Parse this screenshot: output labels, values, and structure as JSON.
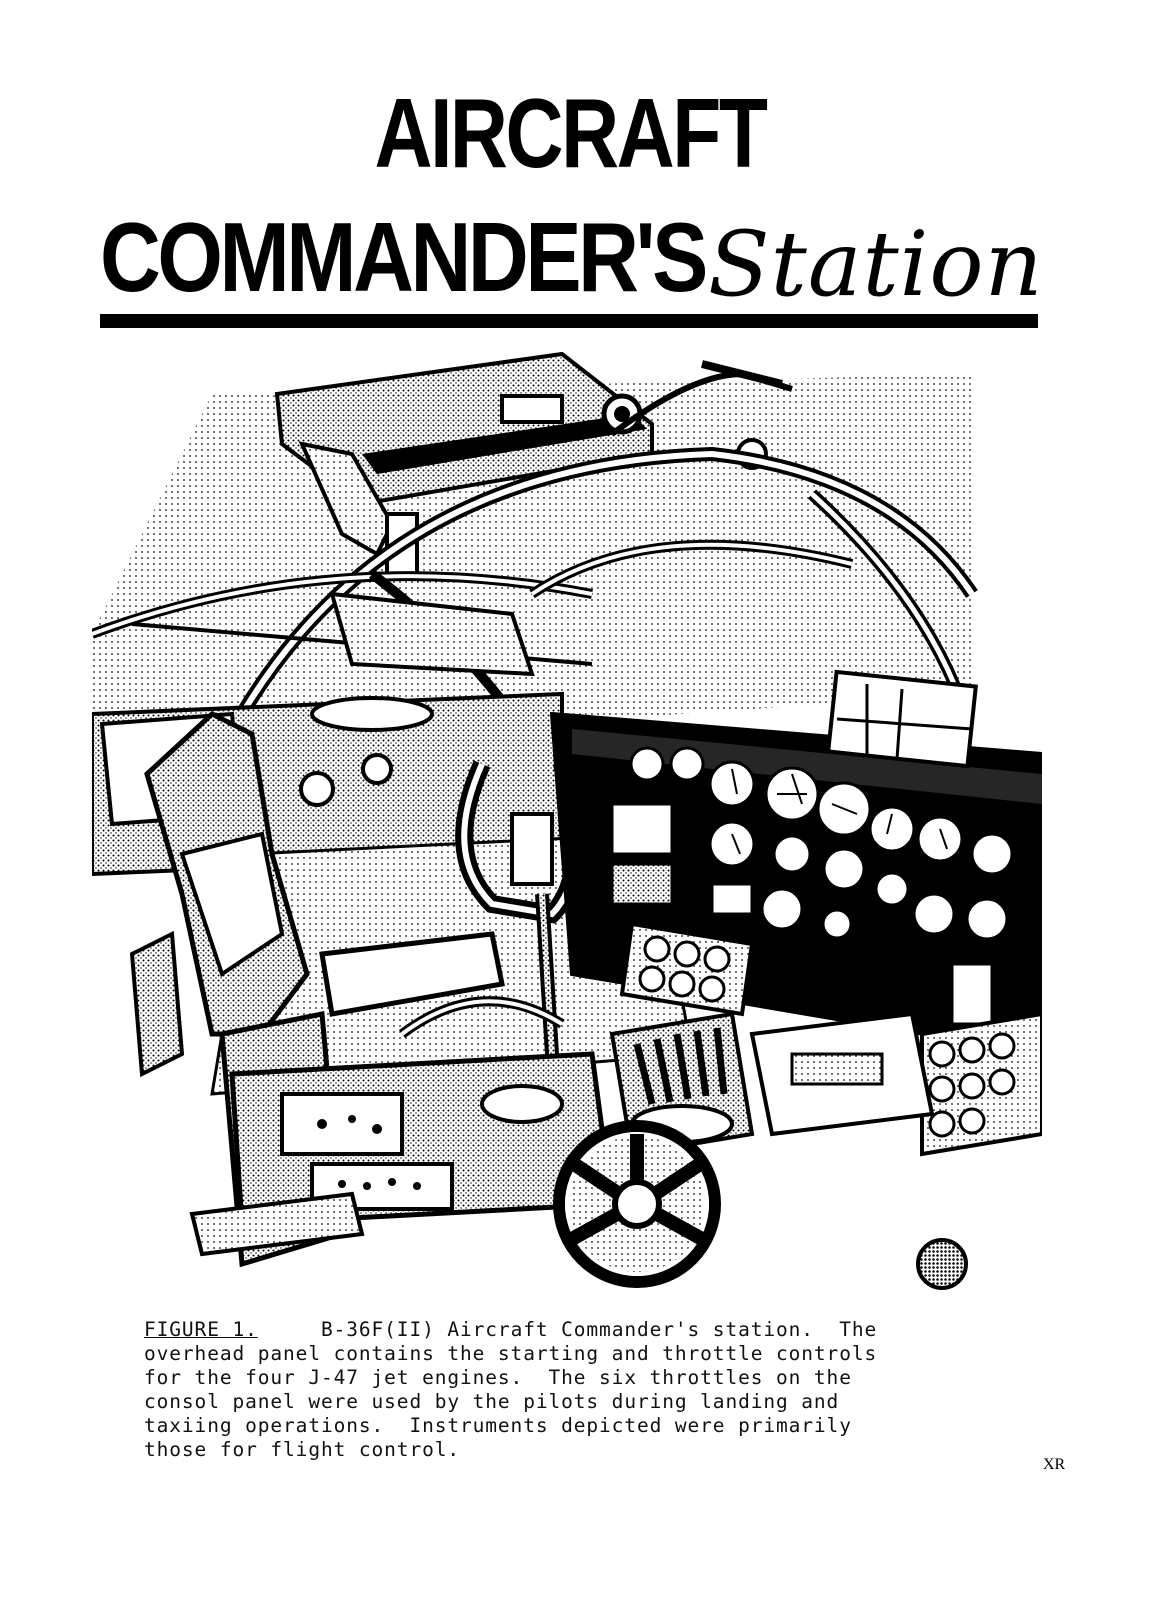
{
  "title": {
    "line1": "AIRCRAFT",
    "line2_main": "COMMANDER'S",
    "line2_script": "Station"
  },
  "illustration": {
    "subject": "cockpit-line-drawing"
  },
  "caption": {
    "figure_label": "FIGURE 1.",
    "line1_rest": "B-36F(II) Aircraft Commander's station.  The",
    "line2": "overhead panel contains the starting and throttle controls",
    "line3": "for the four J-47 jet engines.  The six throttles on the",
    "line4": "consol panel were used by the pilots during landing and",
    "line5": "taxiing operations.  Instruments depicted were primarily",
    "line6": "those for flight control."
  },
  "page_mark": "XR"
}
